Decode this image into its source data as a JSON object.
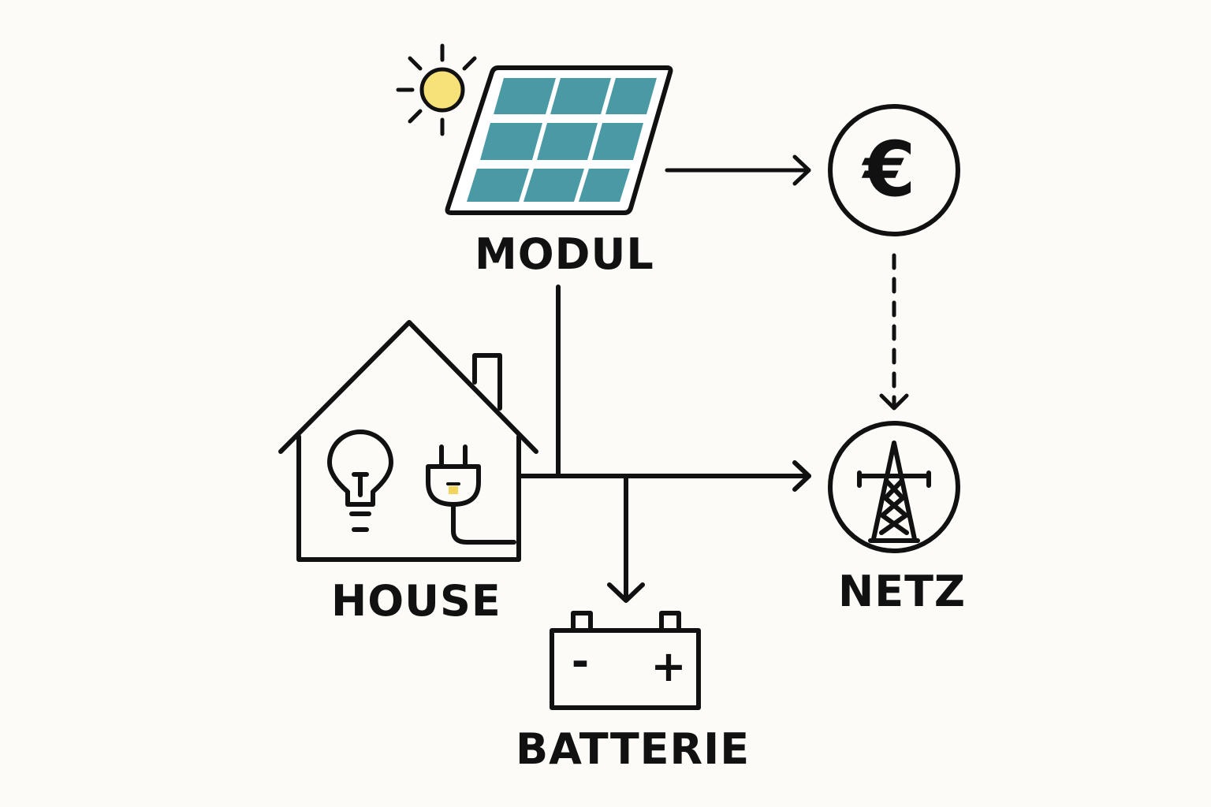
{
  "labels": {
    "modul": "MODUL",
    "house": "HOUSE",
    "netz": "NETZ",
    "batterie": "BATTERIE"
  },
  "battery": {
    "minus": "-",
    "plus": "+"
  },
  "currency_symbol": "€",
  "icons": {
    "sun": "sun-icon",
    "panel": "solar-panel-icon",
    "euro": "euro-icon",
    "house": "house-icon",
    "bulb": "light-bulb-icon",
    "plug": "plug-icon",
    "tower": "power-tower-icon",
    "battery": "battery-icon"
  },
  "colors": {
    "background": "#fcfbf7",
    "stroke": "#111111",
    "panel_cells": "#4a9aa6",
    "sun": "#f7e27a",
    "plug_accent": "#f3d35a"
  }
}
